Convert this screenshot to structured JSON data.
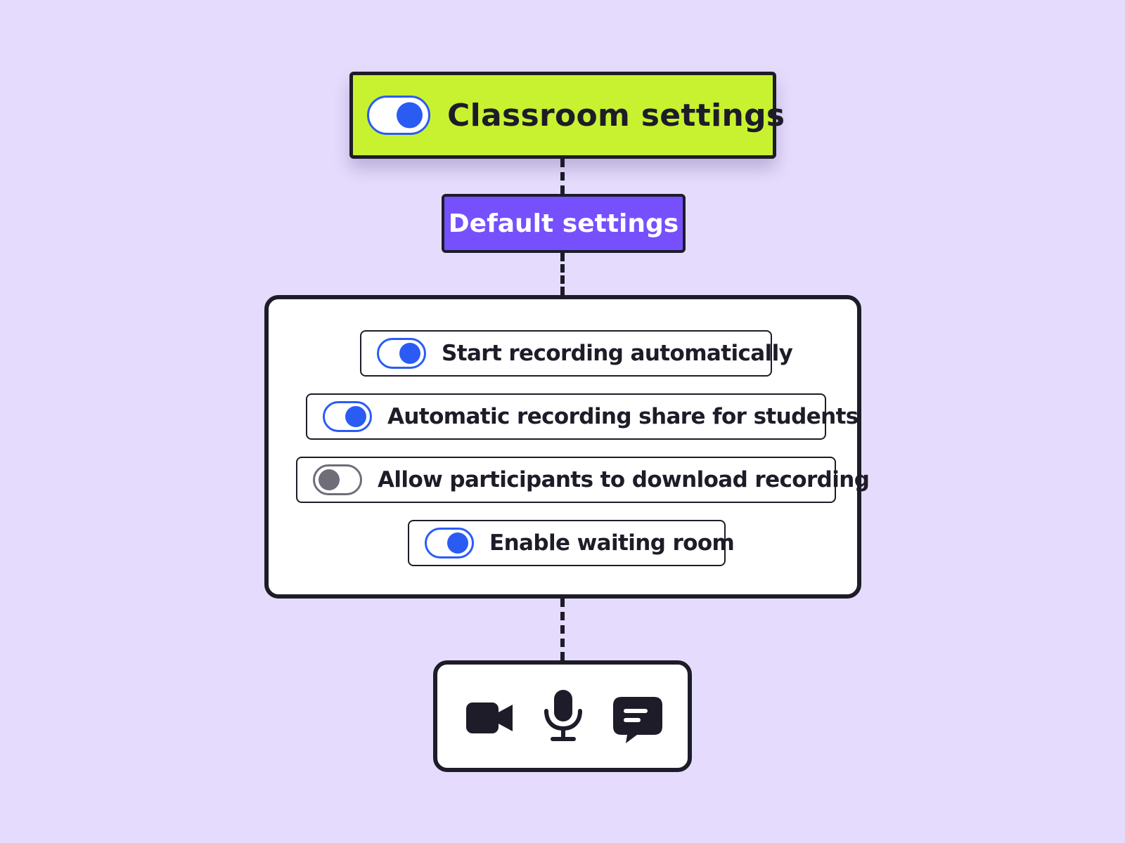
{
  "master_setting": {
    "title": "Classroom settings",
    "enabled": true
  },
  "group": {
    "label": "Default settings"
  },
  "settings": [
    {
      "label": "Start recording automatically",
      "enabled": true
    },
    {
      "label": "Automatic recording share for students",
      "enabled": true
    },
    {
      "label": "Allow participants to download recording",
      "enabled": false
    },
    {
      "label": "Enable waiting room",
      "enabled": true
    }
  ],
  "controls": [
    {
      "icon": "video-camera-icon"
    },
    {
      "icon": "microphone-icon"
    },
    {
      "icon": "chat-bubble-icon"
    }
  ],
  "colors": {
    "background": "#e5dcfd",
    "header_card": "#c8f230",
    "badge": "#7650fc",
    "toggle_on": "#2a5cf4",
    "toggle_off": "#6e6d78",
    "ink": "#1d1c28"
  }
}
